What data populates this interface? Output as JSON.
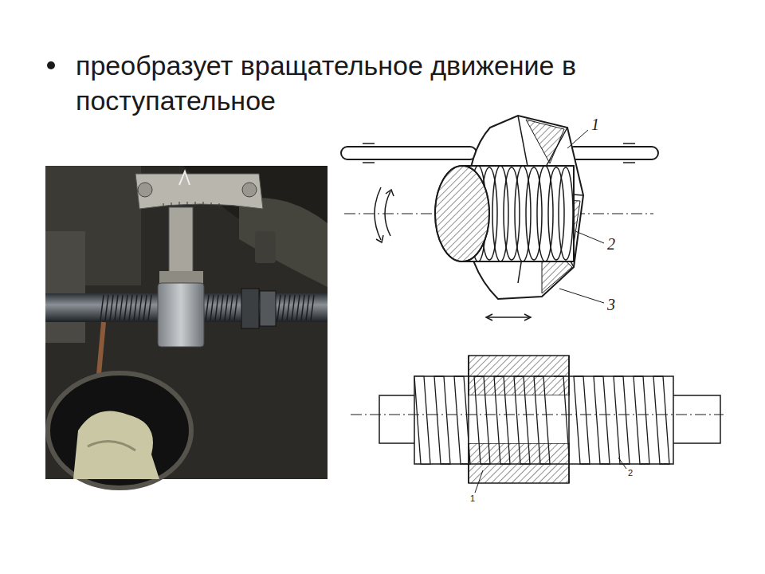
{
  "diagram": {
    "title": "преобразует вращательное движение в поступательное",
    "labels": [
      "1",
      "2",
      "3",
      "1",
      "2"
    ]
  }
}
